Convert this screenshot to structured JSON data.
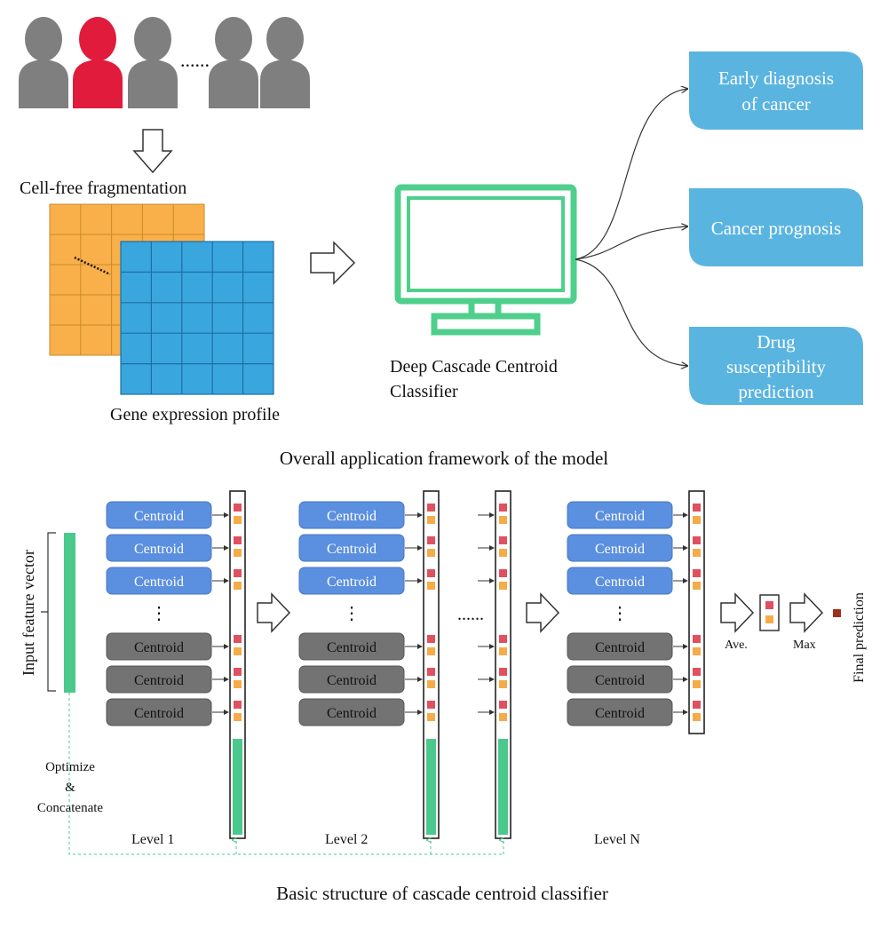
{
  "top": {
    "cell_free_label": "Cell-free fragmentation",
    "gene_expression_label": "Gene expression profile",
    "ellipsis": "......",
    "classifier_label_line1": "Deep Cascade Centroid",
    "classifier_label_line2": "Classifier",
    "outputs": [
      {
        "lines": [
          "Early diagnosis",
          "of cancer"
        ]
      },
      {
        "lines": [
          "Cancer prognosis"
        ]
      },
      {
        "lines": [
          "Drug",
          "susceptibility",
          "prediction"
        ]
      }
    ],
    "caption": "Overall application framework of the model"
  },
  "bottom": {
    "input_label": "Input feature vector",
    "centroid_label": "Centroid",
    "vdots": "⋮",
    "hdots": "......",
    "optimize_lines": [
      "Optimize",
      "&",
      "Concatenate"
    ],
    "levels": [
      "Level 1",
      "Level 2",
      "Level N"
    ],
    "ave_label": "Ave.",
    "max_label": "Max",
    "final_label": "Final prediction",
    "caption": "Basic structure of cascade centroid classifier"
  },
  "colors": {
    "person_gray": "#7f7f7f",
    "person_red": "#e01b3c",
    "orange_grid": "#f9b04a",
    "blue_grid": "#3aa6de",
    "monitor_green": "#4fcf8c",
    "output_blue": "#5ab4e0",
    "centroid_blue": "#5b8fdf",
    "centroid_gray": "#737373",
    "red_sq": "#e0505f",
    "orange_sq": "#f5ac48",
    "green_bar": "#4bc98d",
    "final_sq": "#a0301c"
  }
}
